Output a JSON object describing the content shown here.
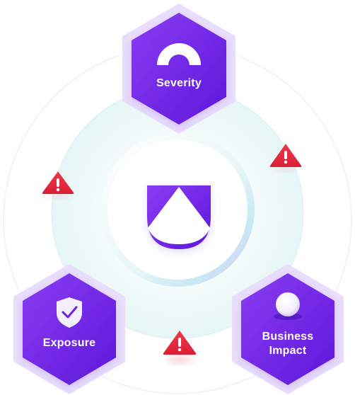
{
  "center": {
    "logo_icon": "shield-triangle-logo"
  },
  "nodes": [
    {
      "id": "severity",
      "label": "Severity",
      "icon": "gauge-icon"
    },
    {
      "id": "exposure",
      "label": "Exposure",
      "icon": "shield-check-icon"
    },
    {
      "id": "business_impact",
      "label_lines": [
        "Business",
        "Impact"
      ],
      "icon": "sphere-icon"
    }
  ],
  "warnings": [
    {
      "icon": "warning-icon"
    },
    {
      "icon": "warning-icon"
    },
    {
      "icon": "warning-icon"
    }
  ],
  "colors": {
    "purple": "#7b2ff0",
    "purple_dark": "#5a17d6",
    "lavender": "#e7dbfb",
    "warning_red": "#e5283d"
  }
}
